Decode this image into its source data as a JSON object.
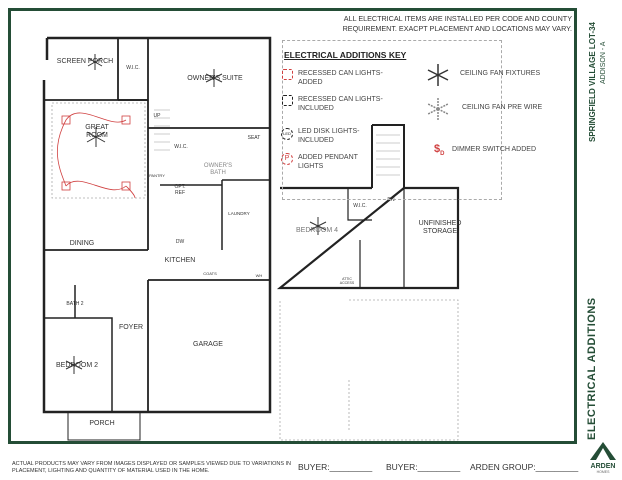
{
  "note": "ALL ELECTRICAL ITEMS ARE INSTALLED PER CODE AND COUNTY REQUIREMENT. EXACPT PLACEMENT AND LOCATIONS MAY VARY.",
  "key": {
    "title": "ELECTRICAL ADDITIONS KEY",
    "items": [
      {
        "label": "RECESSED CAN LIGHTS-ADDED",
        "icon": "recessed-can-added-icon"
      },
      {
        "label": "RECESSED CAN LIGHTS-INCLUDED",
        "icon": "recessed-can-included-icon"
      },
      {
        "label": "LED DISK LIGHTS-INCLUDED",
        "icon": "led-disk-icon",
        "icon_text": "LED"
      },
      {
        "label": "ADDED PENDANT LIGHTS",
        "icon": "pendant-icon",
        "icon_text": "P"
      },
      {
        "label": "CEILING FAN FIXTURES",
        "icon": "ceiling-fan-icon"
      },
      {
        "label": "CEILING FAN PRE WIRE",
        "icon": "ceiling-fan-prewire-icon"
      },
      {
        "label": "DIMMER SWITCH ADDED",
        "icon": "dimmer-switch-icon",
        "icon_text": "D"
      }
    ],
    "colors": {
      "added": "#d04040",
      "frame": "#244d36"
    }
  },
  "rooms": {
    "screen_porch": "SCREEN PORCH",
    "wic1": "W.I.C.",
    "owners_suite": "OWNER'S SUITE",
    "up": "UP",
    "great_room": "GREAT ROOM",
    "wic2": "W.I.C.",
    "owners_bath": "OWNER'S BATH",
    "seat": "SEAT",
    "pantry": "PANTRY",
    "opt_ref": "OPT. REF",
    "dw": "DW",
    "laundry": "LAUNDRY",
    "dining": "DINING",
    "kitchen": "KITCHEN",
    "coats": "COATS",
    "wh": "WH",
    "bath2": "BATH 2",
    "foyer": "FOYER",
    "garage": "GARAGE",
    "bedroom2": "BEDROOM 2",
    "porch": "PORCH",
    "dn": "DN",
    "wic3": "W.I.C.",
    "bedroom4": "BEDROOM 4",
    "storage": "UNFINISHED STORAGE",
    "attic": "ATTIC ACCESS"
  },
  "sidebar": {
    "project": "SPRINGFIELD VILLAGE LOT-34",
    "model": "ADDISON - A",
    "sheet_title": "ELECTRICAL ADDITIONS",
    "brand": "ARDEN",
    "brand_sub": "HOMES"
  },
  "footer": {
    "disclaimer": "ACTUAL PRODUCTS MAY VARY FROM IMAGES DISPLAYED OR SAMPLES VIEWED DUE TO VARIATIONS IN PLACEMENT, LIGHTING AND QUANTITY OF MATERIAL USED IN THE HOME.",
    "buyer1": "BUYER:_________",
    "buyer2": "BUYER:_________",
    "arden": "ARDEN GROUP:_________"
  }
}
